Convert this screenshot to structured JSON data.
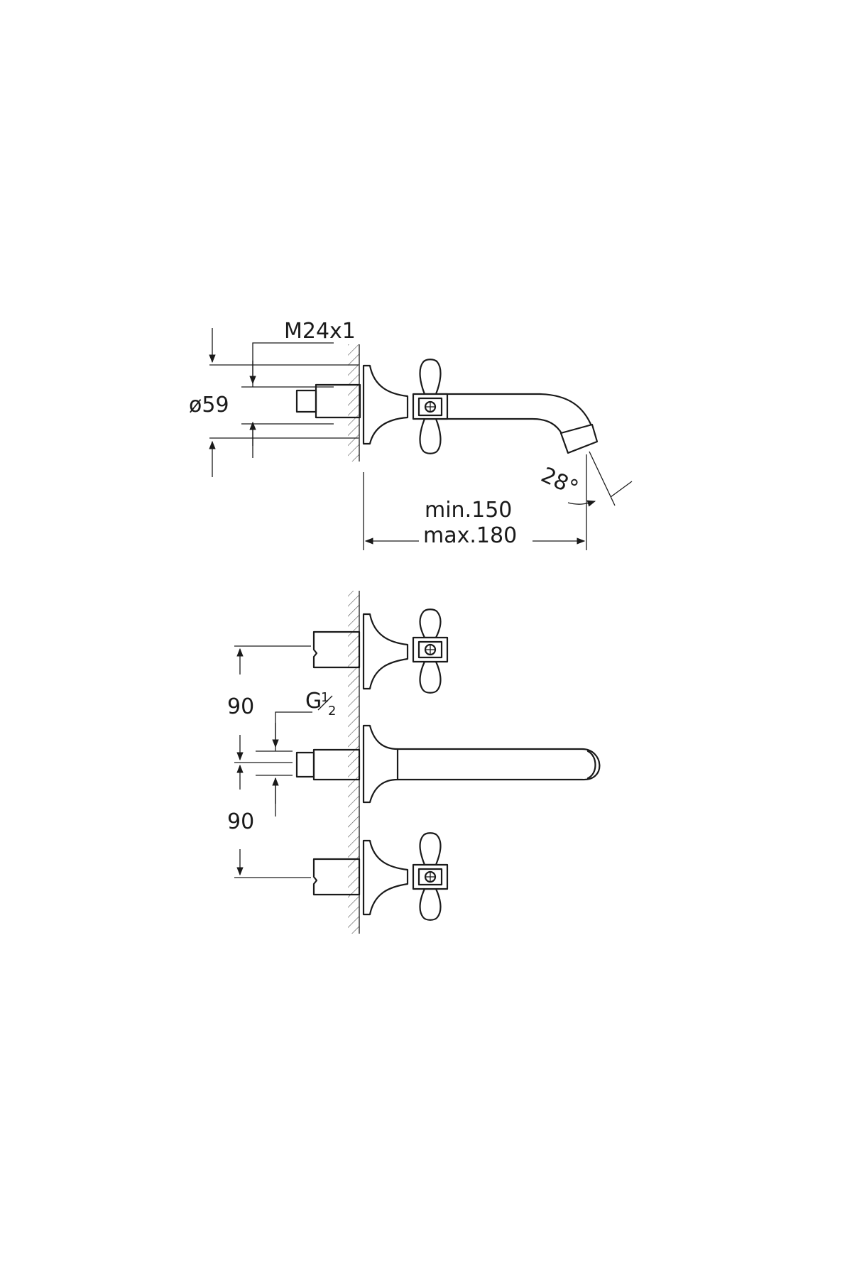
{
  "labels": {
    "thread": "M24x1",
    "diameter": "ø59",
    "angle": "28°",
    "min_length": "min.150",
    "max_length": "max.180",
    "spacing_upper": "90",
    "spacing_lower": "90",
    "pipe_thread_prefix": "G",
    "pipe_thread_num": "1",
    "pipe_thread_den": "2"
  },
  "colors": {
    "line": "#1a1a1a",
    "background": "#ffffff"
  }
}
